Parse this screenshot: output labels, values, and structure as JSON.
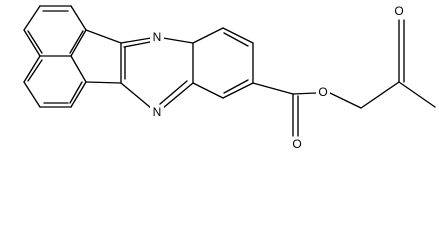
{
  "molecule": {
    "atoms": {
      "n_top": "N",
      "n_bottom": "N",
      "o_ester": "O",
      "o_carbonyl": "O",
      "o_ketone": "O"
    }
  },
  "colors": {
    "bond": "#000000",
    "background": "#ffffff"
  }
}
